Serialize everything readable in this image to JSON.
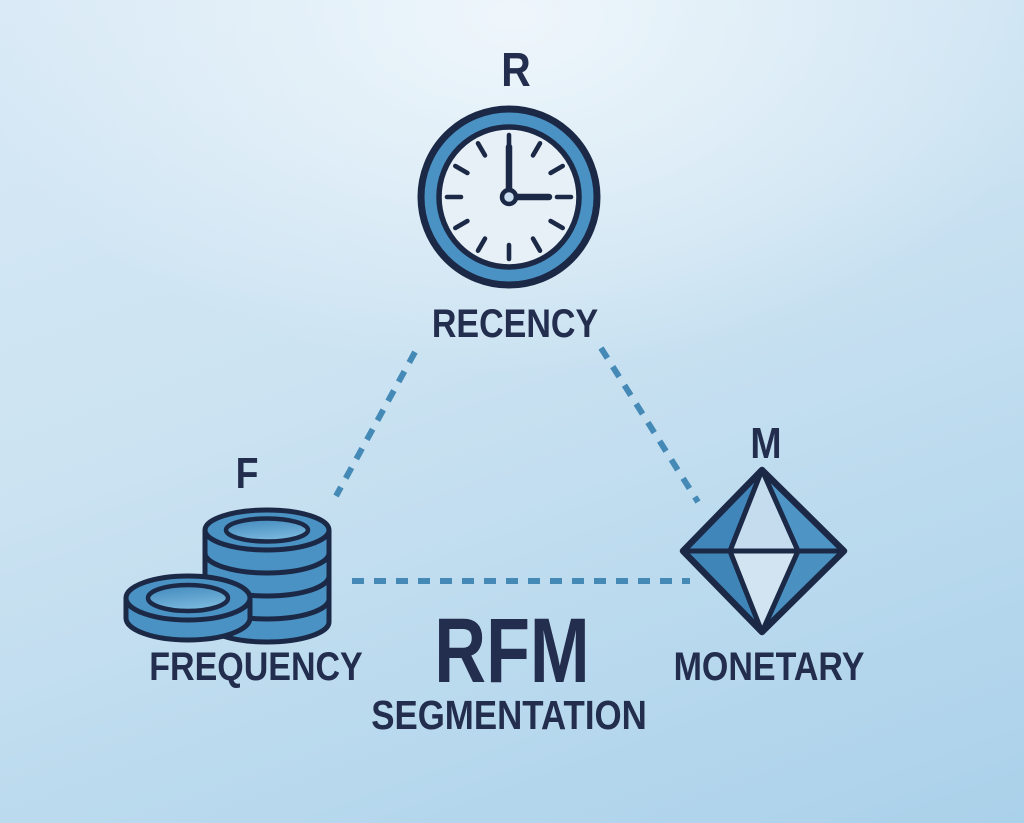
{
  "diagram": {
    "center_title": {
      "acronym": "RFM",
      "subtitle": "SEGMENTATION"
    },
    "nodes": {
      "recency": {
        "letter": "R",
        "label": "RECENCY",
        "icon": "clock-icon"
      },
      "frequency": {
        "letter": "F",
        "label": "FREQUENCY",
        "icon": "coin-stack-icon"
      },
      "monetary": {
        "letter": "M",
        "label": "MONETARY",
        "icon": "diamond-icon"
      }
    },
    "connections": [
      {
        "from": "recency",
        "to": "frequency",
        "style": "dashed"
      },
      {
        "from": "recency",
        "to": "monetary",
        "style": "dashed"
      },
      {
        "from": "frequency",
        "to": "monetary",
        "style": "dashed"
      }
    ],
    "colors": {
      "background_top": "#dcecf7",
      "background_bottom": "#aad1ea",
      "outline_navy": "#1b2946",
      "text_navy": "#232d4e",
      "icon_blue": "#4a92c4",
      "icon_blue_light": "#79b7dd",
      "clock_face": "#e7f0f7",
      "diamond_facet_light": "#c4dcee",
      "diamond_facet_bottom_light": "#d2e4f1",
      "dash_blue": "#4589b6"
    }
  }
}
